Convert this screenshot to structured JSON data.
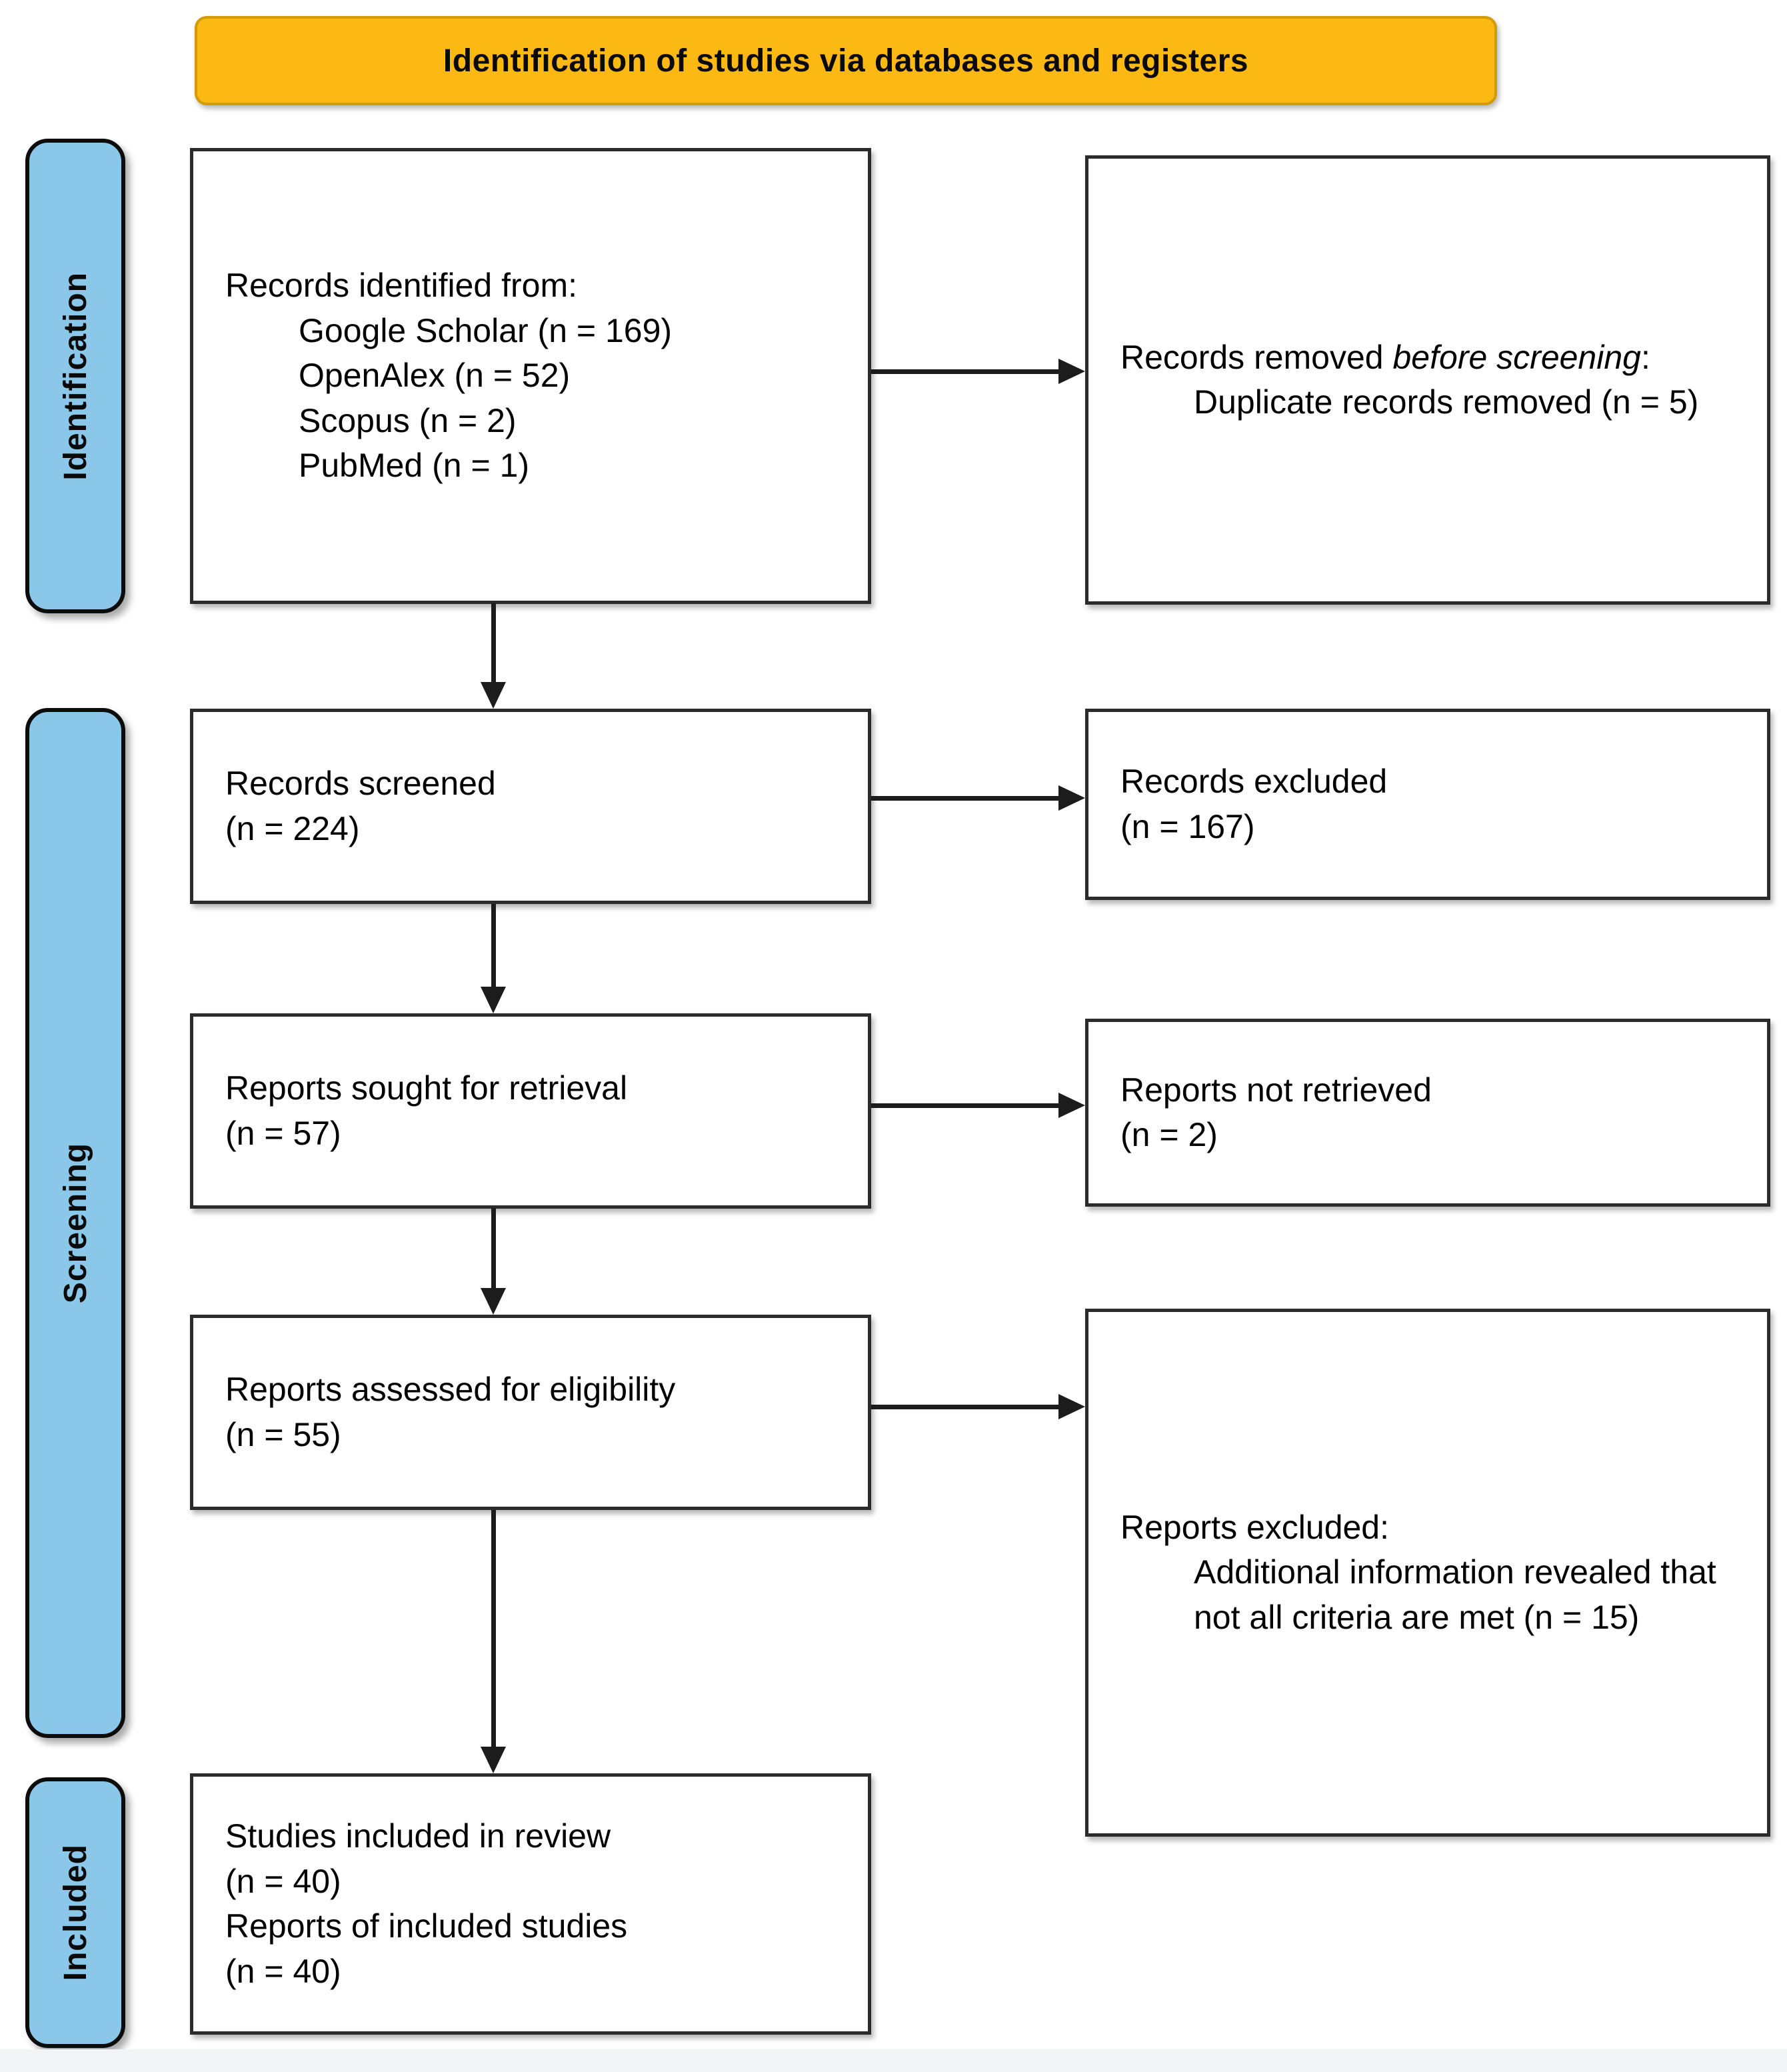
{
  "banner": {
    "title": "Identification of studies via databases and registers"
  },
  "stages": {
    "identification": "Identification",
    "screening": "Screening",
    "included": "Included"
  },
  "boxes": {
    "records_identified": {
      "intro": "Records identified from:",
      "sources": [
        "Google Scholar (n = 169)",
        "OpenAlex (n = 52)",
        "Scopus (n = 2)",
        "PubMed (n = 1)"
      ]
    },
    "records_removed": {
      "prefix": "Records removed ",
      "italic": "before screening",
      "suffix": ":",
      "reasons": [
        "Duplicate records removed (n = 5)"
      ]
    },
    "records_screened": {
      "text": "Records screened\n(n = 224)"
    },
    "records_excluded": {
      "text": "Records excluded\n(n = 167)"
    },
    "reports_sought": {
      "text": "Reports sought for retrieval\n(n = 57)"
    },
    "reports_not_retrieved": {
      "text": "Reports not retrieved\n(n = 2)"
    },
    "reports_assessed": {
      "text": "Reports assessed for eligibility\n(n = 55)"
    },
    "reports_excluded": {
      "intro": "Reports excluded:",
      "reasons": [
        "Additional information revealed that not all criteria are met (n = 15)"
      ]
    },
    "included_studies": {
      "text": "Studies included in review\n(n = 40)\nReports of included studies\n(n = 40)"
    }
  }
}
